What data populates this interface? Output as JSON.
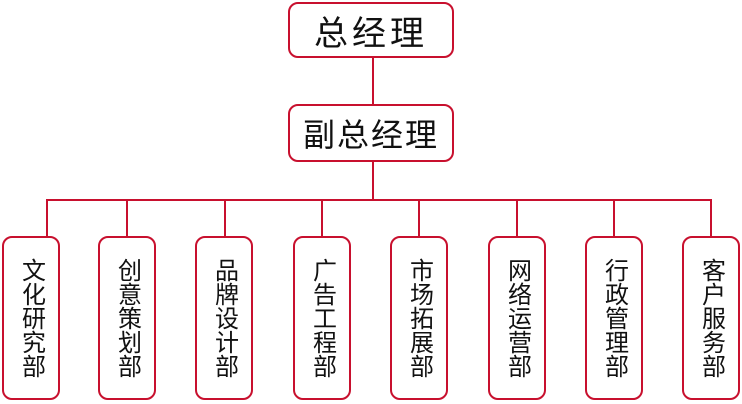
{
  "top": {
    "label": "总经理"
  },
  "deputy": {
    "label": "副总经理"
  },
  "departments": [
    {
      "label": "文化研究部"
    },
    {
      "label": "创意策划部"
    },
    {
      "label": "品牌设计部"
    },
    {
      "label": "广告工程部"
    },
    {
      "label": "市场拓展部"
    },
    {
      "label": "网络运营部"
    },
    {
      "label": "行政管理部"
    },
    {
      "label": "客户服务部"
    }
  ],
  "colors": {
    "line": "#c8102e",
    "text": "#111111"
  }
}
